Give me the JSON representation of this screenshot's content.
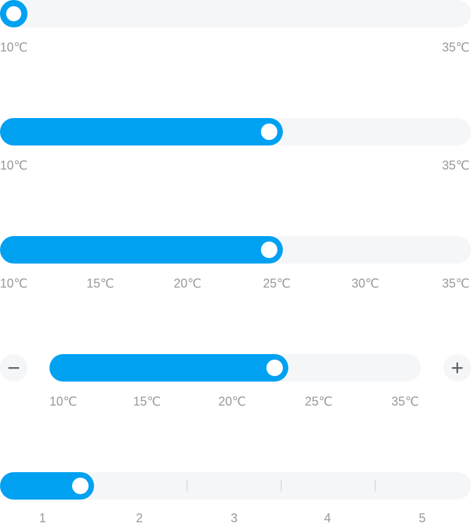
{
  "colors": {
    "accent": "#00a1f1",
    "track": "#f5f6f8",
    "label": "#999999",
    "icon": "#5f6368"
  },
  "sliders": [
    {
      "id": "basic-min",
      "value_fraction": 0.0,
      "labels": [
        "10℃",
        "35℃"
      ]
    },
    {
      "id": "basic-mid",
      "value_fraction": 0.6,
      "labels": [
        "10℃",
        "35℃"
      ]
    },
    {
      "id": "marked-mid",
      "value_fraction": 0.6,
      "labels": [
        "10℃",
        "15℃",
        "20℃",
        "25℃",
        "30℃",
        "35℃"
      ]
    },
    {
      "id": "stepper",
      "value_fraction": 0.645,
      "labels": [
        "10℃",
        "15℃",
        "20℃",
        "25℃",
        "35℃"
      ],
      "minus_icon": "minus-icon",
      "plus_icon": "plus-icon"
    },
    {
      "id": "discrete",
      "value": 1,
      "labels": [
        "1",
        "2",
        "3",
        "4",
        "5"
      ]
    }
  ]
}
